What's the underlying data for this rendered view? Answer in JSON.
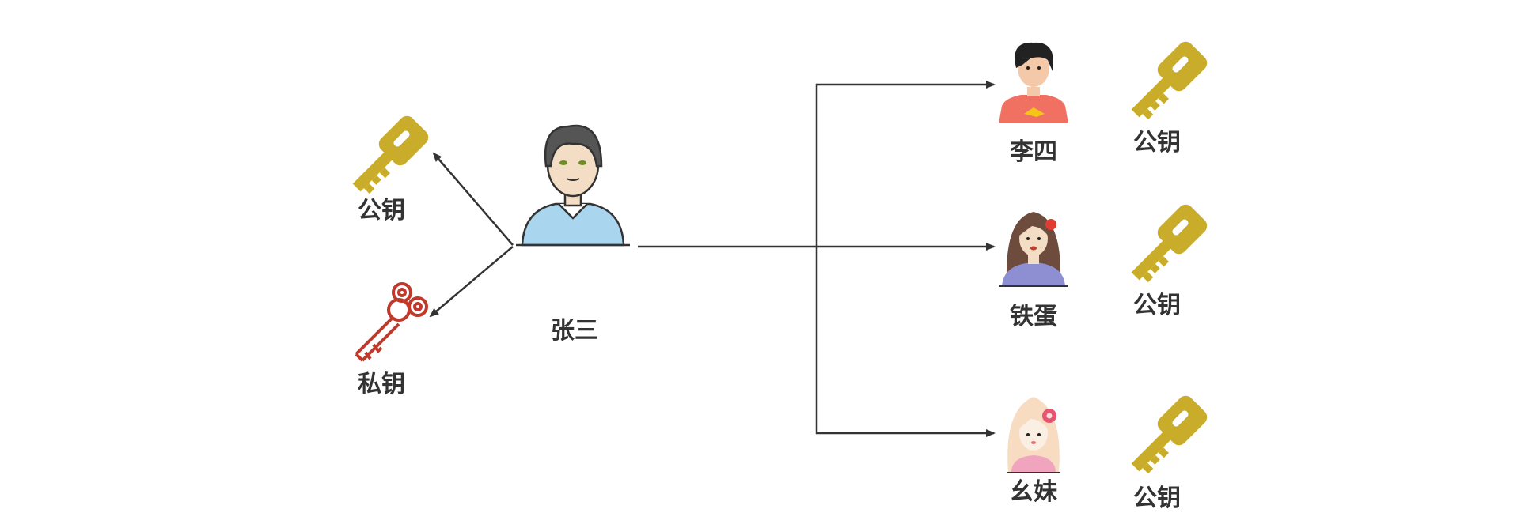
{
  "people": {
    "sender": {
      "name": "张三"
    },
    "recipients": [
      {
        "name": "李四"
      },
      {
        "name": "铁蛋"
      },
      {
        "name": "幺妹"
      }
    ]
  },
  "keys": {
    "public_label": "公钥",
    "private_label": "私钥",
    "public_color": "#c9ad2a",
    "private_color": "#c0392b"
  },
  "icons": [
    "key-icon",
    "skeleton-key-icon",
    "man-avatar-icon",
    "boy-avatar-icon",
    "woman-avatar-icon",
    "girl-avatar-icon"
  ]
}
